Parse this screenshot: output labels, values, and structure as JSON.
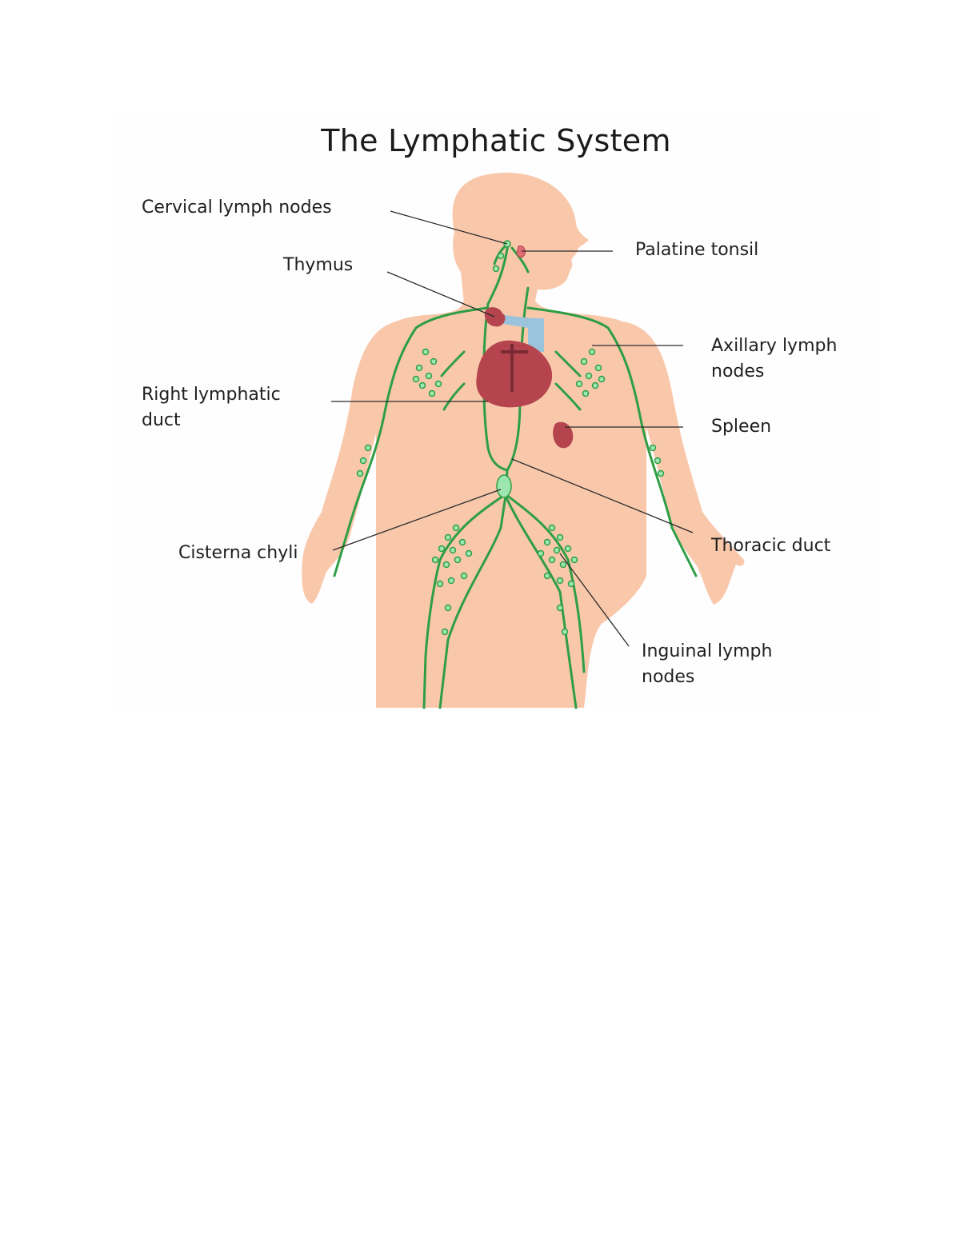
{
  "title": "The Lymphatic System",
  "labels": {
    "cervical": "Cervical lymph nodes",
    "palatine": "Palatine tonsil",
    "thymus": "Thymus",
    "axillary_line1": "Axillary lymph",
    "axillary_line2": "nodes",
    "right_duct_line1": "Right lymphatic",
    "right_duct_line2": "duct",
    "spleen": "Spleen",
    "cisterna": "Cisterna chyli",
    "thoracic": "Thoracic duct",
    "inguinal_line1": "Inguinal lymph",
    "inguinal_line2": "nodes"
  },
  "colors": {
    "skin": "#f9c8ab",
    "lymph_vessel": "#2e9e45",
    "lymph_node": "#9ee6b0",
    "organ": "#b5444f",
    "vein": "#9cc3dc",
    "leader_line": "#2a2a2a"
  }
}
